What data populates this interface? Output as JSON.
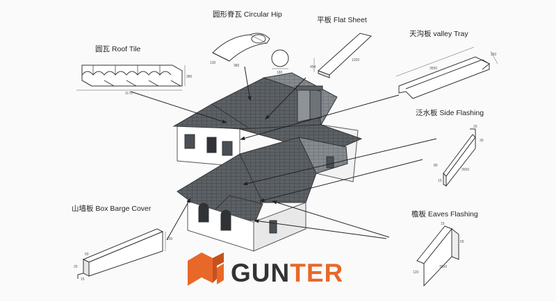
{
  "labels": {
    "circular_hip": "圆形脊瓦 Circular Hip",
    "flat_sheet": "平板  Flat  Sheet",
    "valley_tray": "天沟板  valley  Tray",
    "roof_tile": "圆瓦  Roof Tile",
    "side_flashing": "泛水板  Side  Flashing",
    "box_barge_cover": "山墙板  Box Barge Cover",
    "eaves_flashing": "檐板 Eaves  Flashing"
  },
  "dimensions": {
    "hip_r": "130",
    "hip_len": "380",
    "hip_dia": "180",
    "flat_w": "454",
    "flat_len": "1200",
    "valley_len": "3550",
    "valley_w": "250",
    "tile_h": "380",
    "tile_len": "1170",
    "side_a": "20",
    "side_b": "30",
    "side_c": "80",
    "side_d": "15",
    "side_len": "3550",
    "barge_a": "60",
    "barge_b": "20",
    "barge_c": "15",
    "barge_d": "150",
    "eaves_a": "15",
    "eaves_b": "55",
    "eaves_c": "120",
    "eaves_len": "3550"
  },
  "brand": {
    "name_a": "GUN",
    "name_b": "TER",
    "color_dark": "#333333",
    "color_accent": "#e8682a"
  }
}
